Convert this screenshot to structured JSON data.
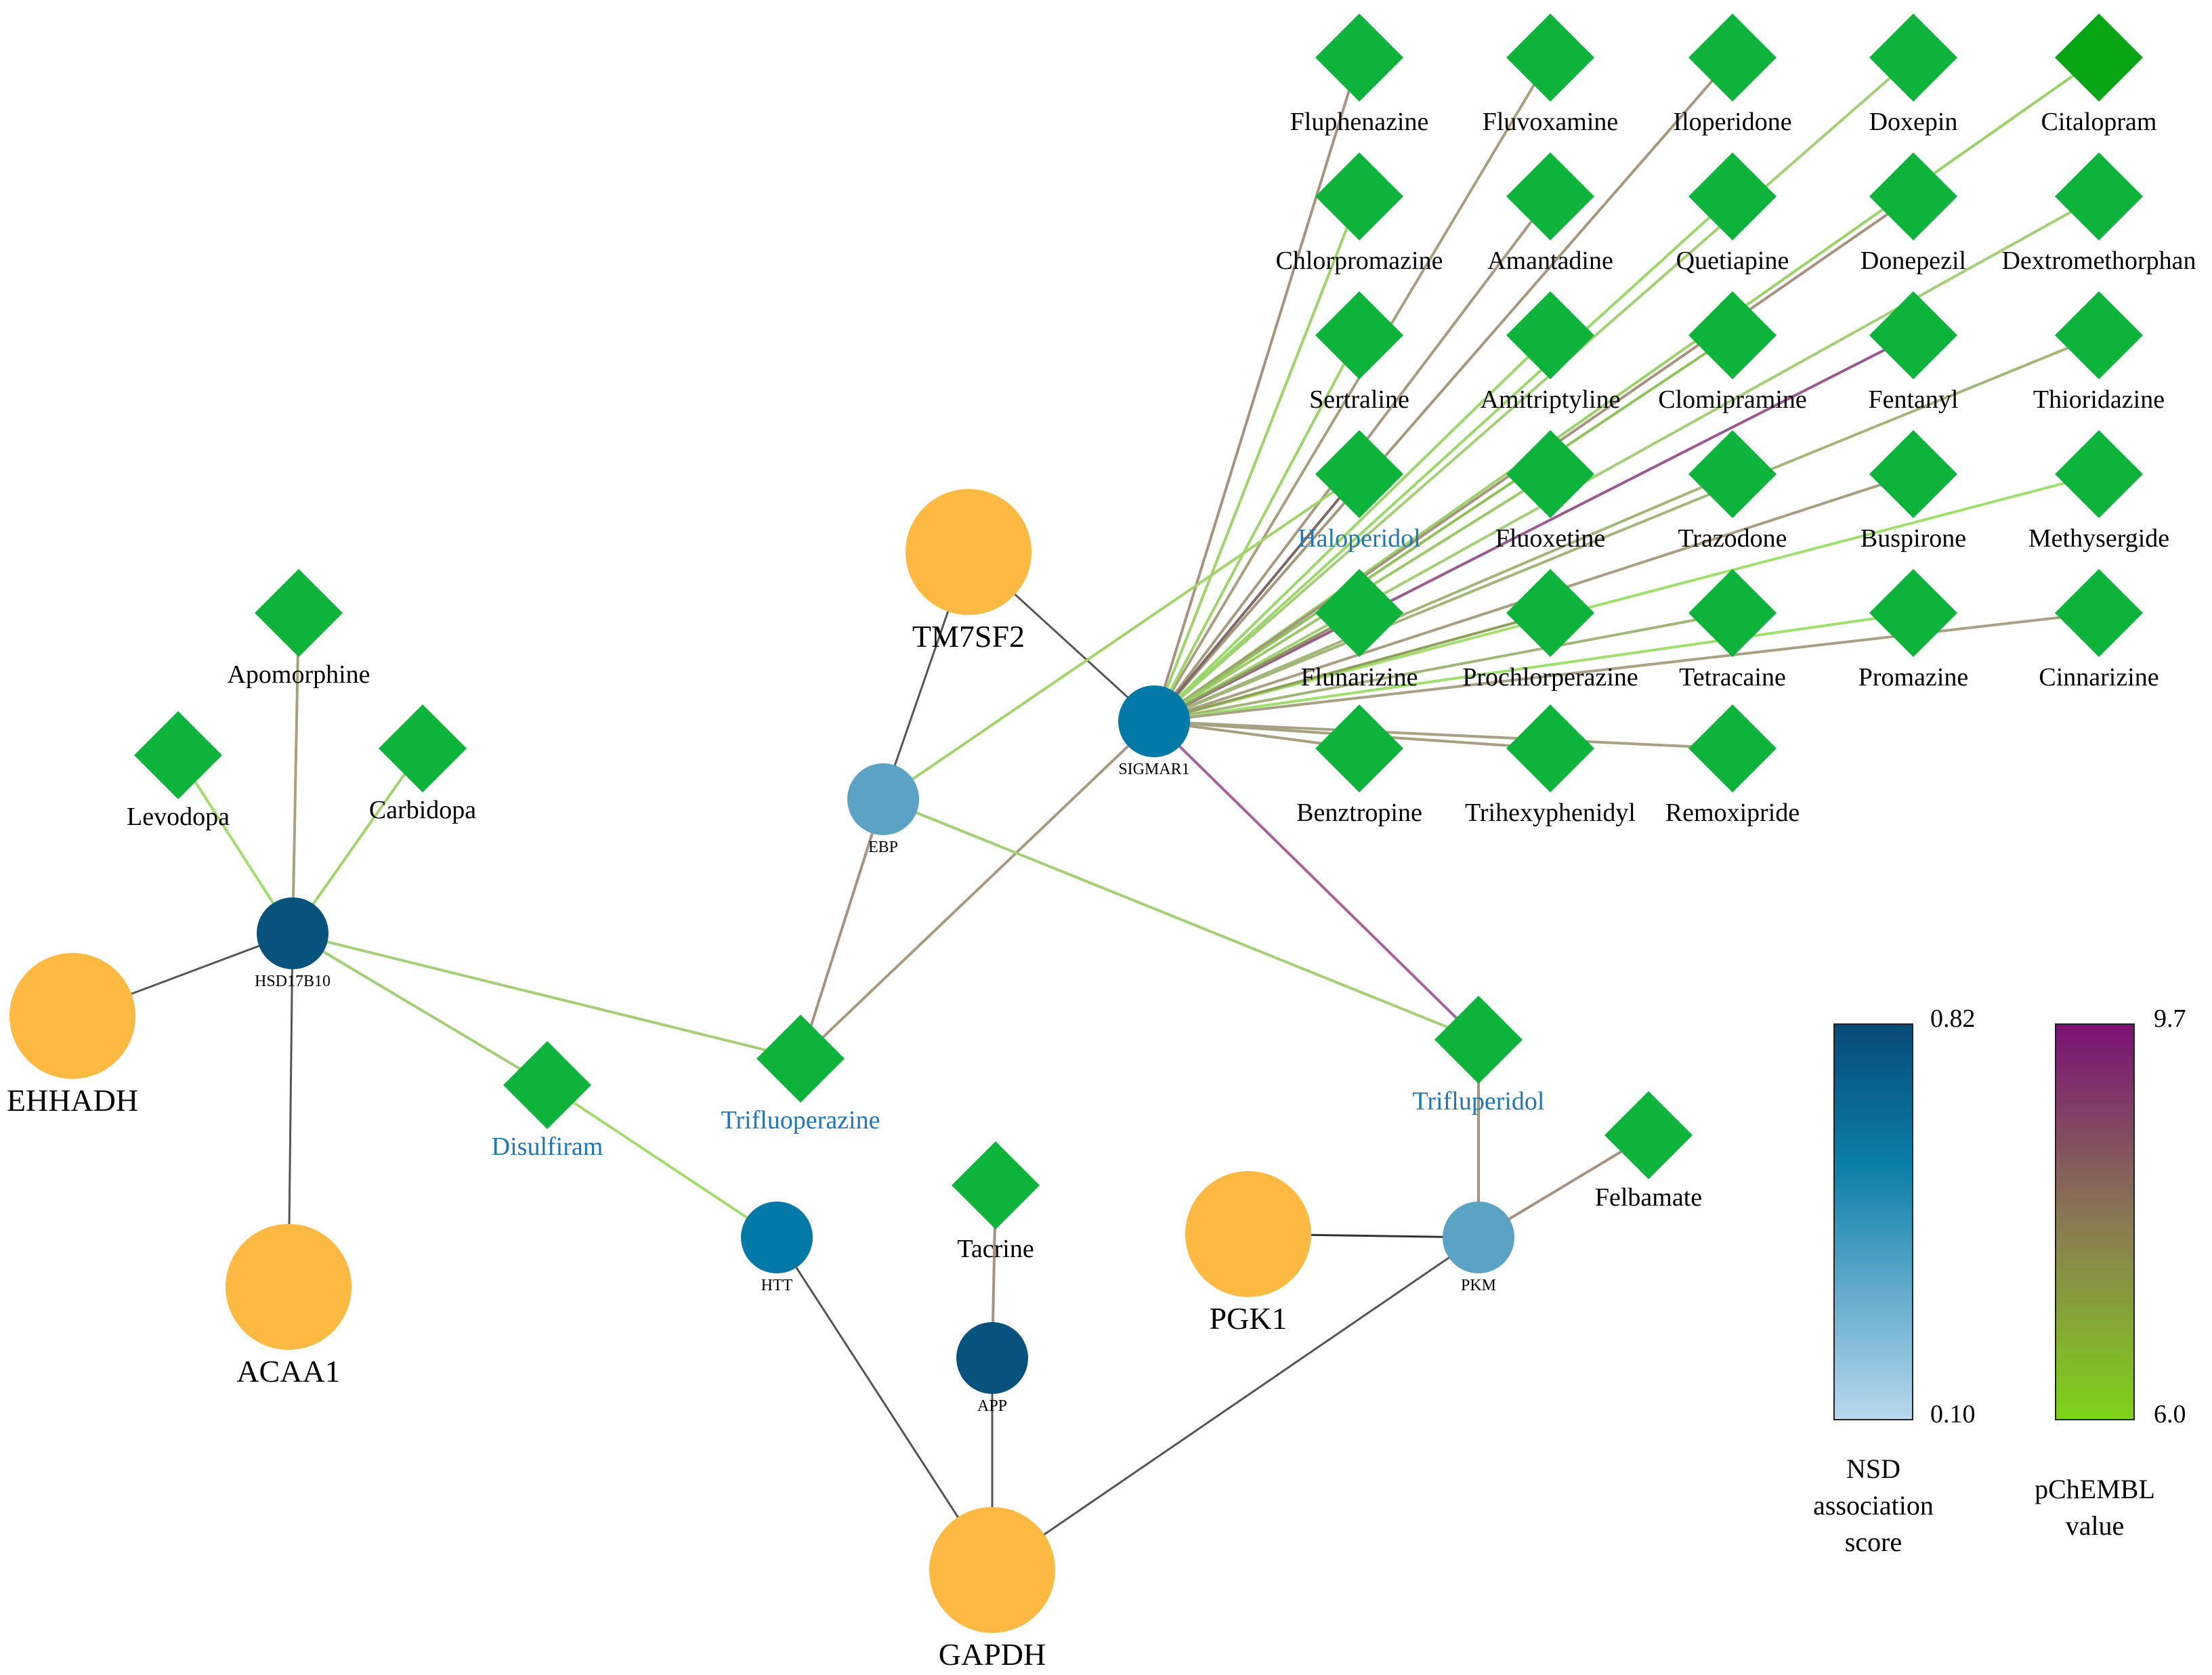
{
  "colors": {
    "drug": "#0db33a",
    "gene": "#fdb941",
    "target_high": "#07537e",
    "target_mid": "#0379a7",
    "target_low": "#5ba3c4",
    "highlight_text": "#1f77b4",
    "edge_plain": "#555555"
  },
  "drugs": {
    "fluphenazine": "Fluphenazine",
    "fluvoxamine": "Fluvoxamine",
    "iloperidone": "Iloperidone",
    "doxepin": "Doxepin",
    "citalopram": "Citalopram",
    "chlorpromazine": "Chlorpromazine",
    "amantadine": "Amantadine",
    "quetiapine": "Quetiapine",
    "donepezil": "Donepezil",
    "dextromethorphan": "Dextromethorphan",
    "sertraline": "Sertraline",
    "amitriptyline": "Amitriptyline",
    "clomipramine": "Clomipramine",
    "fentanyl": "Fentanyl",
    "thioridazine": "Thioridazine",
    "haloperidol": "Haloperidol",
    "fluoxetine": "Fluoxetine",
    "trazodone": "Trazodone",
    "buspirone": "Buspirone",
    "methysergide": "Methysergide",
    "flunarizine": "Flunarizine",
    "prochlorperazine": "Prochlorperazine",
    "tetracaine": "Tetracaine",
    "promazine": "Promazine",
    "cinnarizine": "Cinnarizine",
    "benztropine": "Benztropine",
    "trihexyphenidyl": "Trihexyphenidyl",
    "remoxipride": "Remoxipride",
    "apomorphine": "Apomorphine",
    "levodopa": "Levodopa",
    "carbidopa": "Carbidopa",
    "disulfiram": "Disulfiram",
    "trifluoperazine": "Trifluoperazine",
    "trifluperidol": "Trifluperidol",
    "felbamate": "Felbamate",
    "tacrine": "Tacrine"
  },
  "genes": {
    "tm7sf2": "TM7SF2",
    "ehhadh": "EHHADH",
    "acaa1": "ACAA1",
    "pgk1": "PGK1",
    "gapdh": "GAPDH"
  },
  "targets": {
    "sigmar1": "SIGMAR1",
    "ebp": "EBP",
    "hsd17b10": "HSD17B10",
    "htt": "HTT",
    "app": "APP",
    "pkm": "PKM"
  },
  "legend": {
    "nsd": {
      "title_line1": "NSD",
      "title_line2": "association",
      "title_line3": "score",
      "max": "0.82",
      "min": "0.10",
      "color_top": "#084a78",
      "color_mid": "#0a7ea8",
      "color_bottom": "#b8d8ee"
    },
    "pchembl": {
      "title_line1": "pChEMBL",
      "title_line2": "value",
      "max": "9.7",
      "min": "6.0",
      "color_top": "#7a1175",
      "color_mid": "#8a7a52",
      "color_bottom": "#7ed318"
    }
  }
}
